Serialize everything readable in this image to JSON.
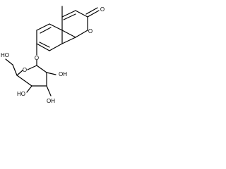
{
  "atoms": [
    {
      "id": "carbonyl_o",
      "label": "O"
    },
    {
      "id": "ring_o_pyranone",
      "label": "O"
    },
    {
      "id": "glycosidic_o",
      "label": "O"
    },
    {
      "id": "ring_o_sugar",
      "label": "O"
    },
    {
      "id": "oh_c6",
      "label": "HO"
    },
    {
      "id": "oh_c4",
      "label": "HO"
    },
    {
      "id": "oh_c3",
      "label": "OH"
    },
    {
      "id": "oh_c2",
      "label": "OH"
    }
  ],
  "colors": {
    "bond": "#000000",
    "background": "#ffffff"
  }
}
